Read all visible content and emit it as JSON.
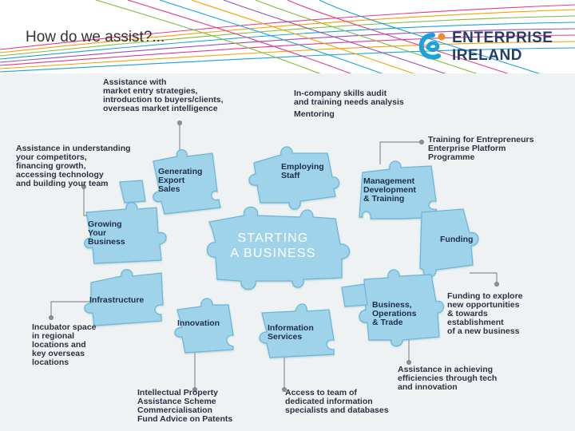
{
  "slide": {
    "title": "How do we assist?..."
  },
  "logo": {
    "line1": "ENTERPRISE",
    "line2": "IRELAND",
    "icon": "enterprise-ireland-swirl-icon",
    "colors": {
      "orange": "#f28c28",
      "blue": "#1aa2d9",
      "text": "#253e6e"
    }
  },
  "colors": {
    "puzzle_piece": "#9fd3ea",
    "puzzle_edge": "#6ab6d8",
    "background": "#eef2f3",
    "connector": "#8a8f94"
  },
  "center": {
    "label": "STARTING\nA BUSINESS"
  },
  "pieces": {
    "generating_export_sales": "Generating\nExport\nSales",
    "employing_staff": "Employing\nStaff",
    "management_development": "Management\nDevelopment\n& Training",
    "growing_your_business": "Growing\nYour\nBusiness",
    "funding": "Funding",
    "infrastructure": "Infrastructure",
    "innovation": "Innovation",
    "information_services": "Information\nServices",
    "business_operations": "Business,\nOperations\n& Trade"
  },
  "notes": {
    "market_entry": "Assistance with\nmarket entry strategies,\nintroduction to buyers/clients,\noverseas market intelligence",
    "skills_audit": "In-company skills audit\nand training needs analysis",
    "mentoring": "Mentoring",
    "training_entrepreneurs": "Training for Entrepreneurs\nEnterprise Platform\nProgramme",
    "understanding_competitors": "Assistance in understanding\nyour competitors,\nfinancing growth,\naccessing technology\nand building your team",
    "funding_explore": "Funding to explore\nnew opportunities\n& towards\nestablishment\nof a new business",
    "incubator_space": "Incubator space\nin regional\nlocations and\nkey overseas\nlocations",
    "efficiencies": "Assistance in achieving\nefficiencies through tech\nand innovation",
    "intellectual_property": "Intellectual Property\nAssistance Scheme\nCommercialisation\nFund Advice on Patents",
    "access_team": "Access to team of\ndedicated information\nspecialists and databases"
  }
}
